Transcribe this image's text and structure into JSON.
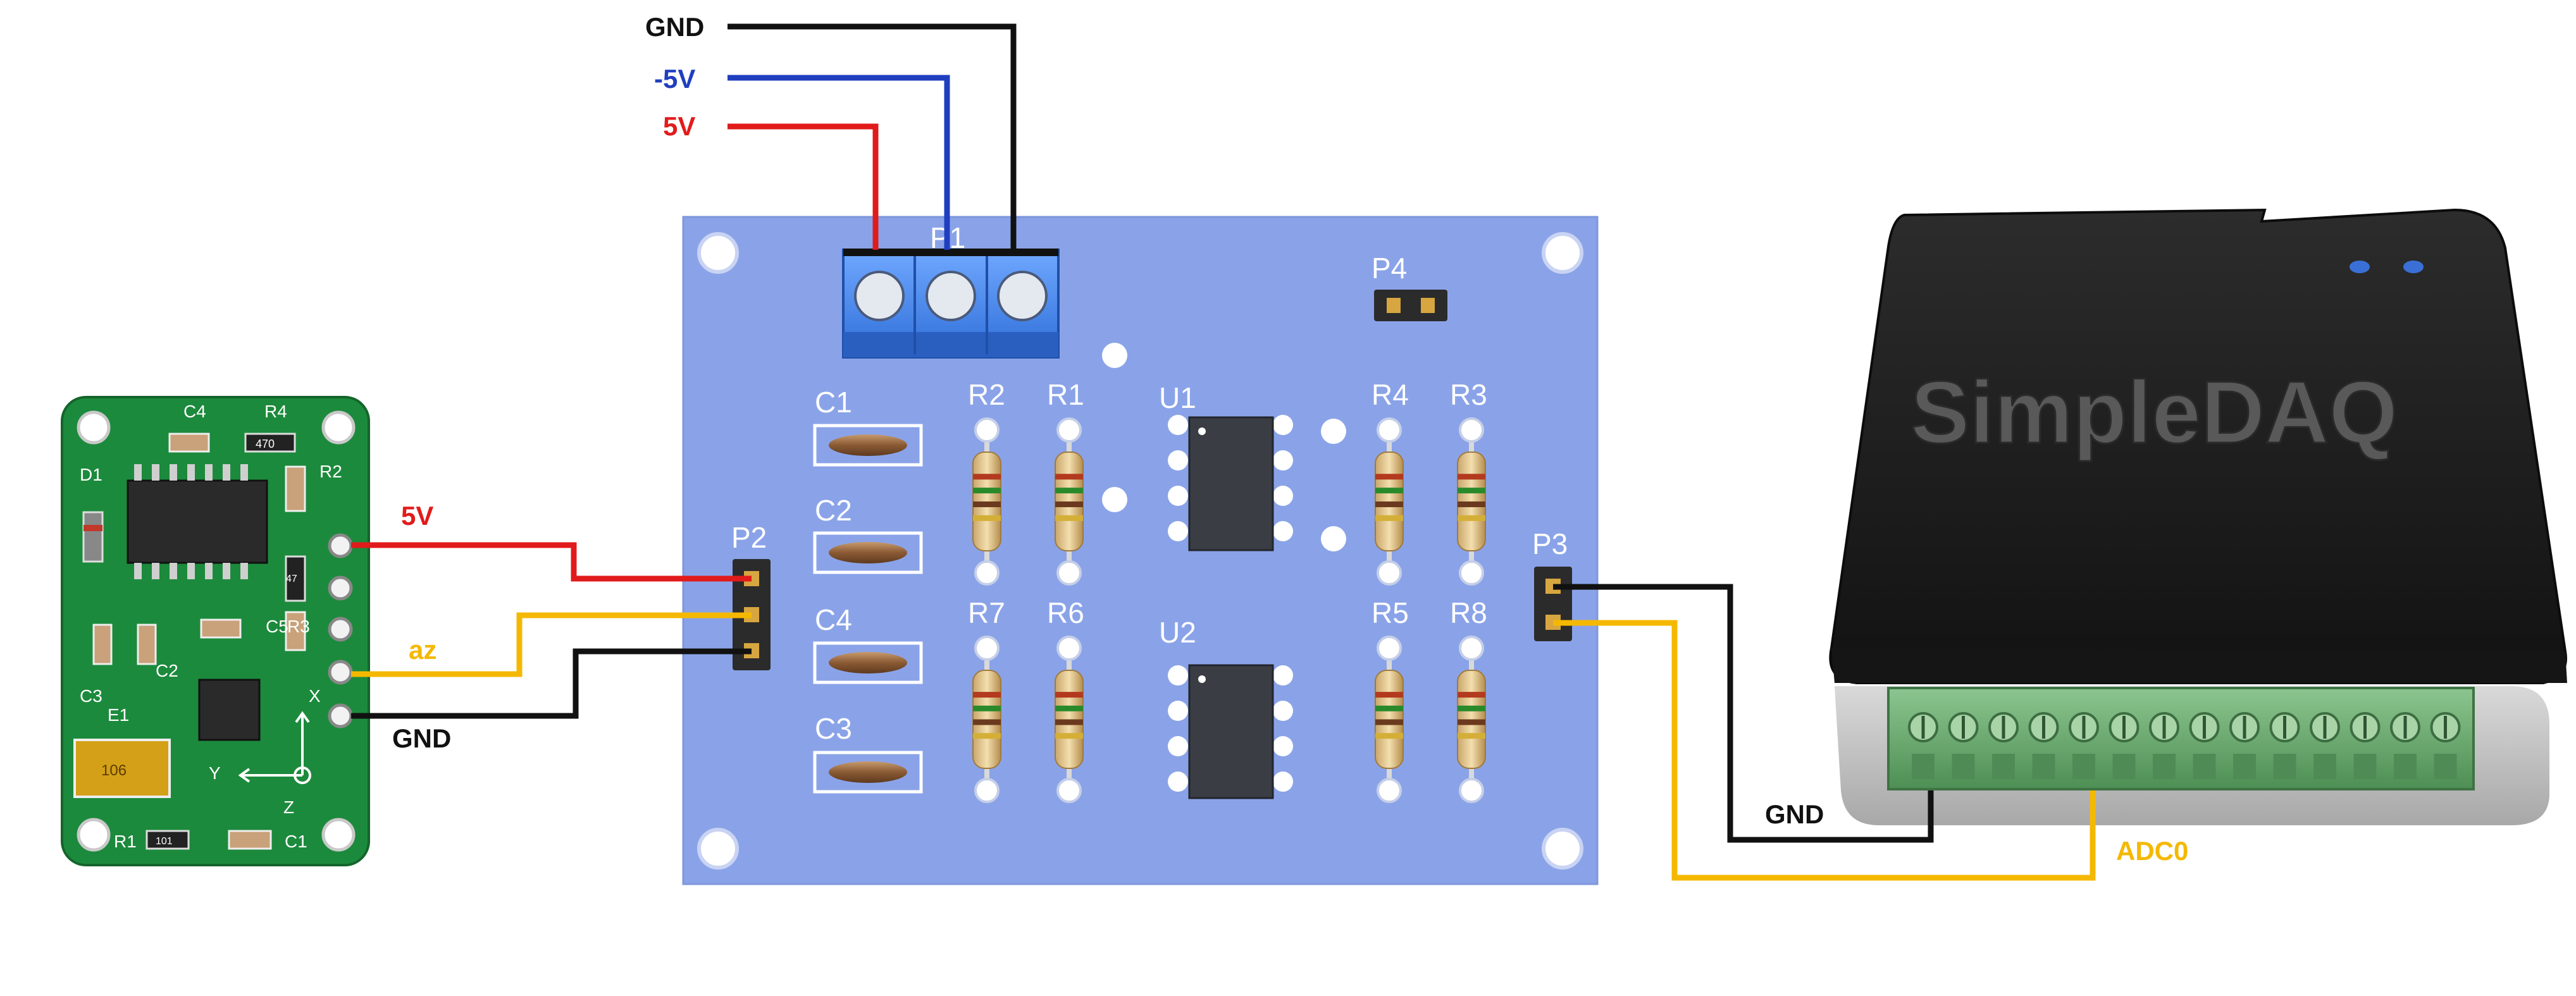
{
  "colors": {
    "background": "#ffffff",
    "wire_gnd": "#111111",
    "wire_neg5v": "#1f3fbf",
    "wire_5v": "#e11b1b",
    "wire_signal": "#f5b800",
    "pcb_blue": "#8aa3e8",
    "sensor_green": "#1c8a3c",
    "daq_body": "#1e1e1e",
    "terminal_green": "#6fae74"
  },
  "power_labels": {
    "gnd": "GND",
    "neg5v": "-5V",
    "pos5v": "5V"
  },
  "sensor_wires": {
    "pos5v": "5V",
    "signal": "az",
    "gnd": "GND"
  },
  "daq_wires": {
    "gnd": "GND",
    "adc": "ADC0"
  },
  "main_board": {
    "connectors": {
      "p1": "P1",
      "p2": "P2",
      "p3": "P3",
      "p4": "P4"
    },
    "chips": {
      "u1": "U1",
      "u2": "U2"
    },
    "capacitors": {
      "c1": "C1",
      "c2": "C2",
      "c3": "C3",
      "c4": "C4"
    },
    "resistors": {
      "r1": "R1",
      "r2": "R2",
      "r3": "R3",
      "r4": "R4",
      "r5": "R5",
      "r6": "R6",
      "r7": "R7",
      "r8": "R8"
    }
  },
  "sensor_module": {
    "silk": {
      "c4": "C4",
      "r4": "R4",
      "r2": "R2",
      "d1": "D1",
      "c2": "C2",
      "c3": "C3",
      "e1": "E1",
      "r3": "R3",
      "c5": "C5",
      "r1": "R1",
      "c1": "C1",
      "y": "Y",
      "x": "X",
      "z": "Z"
    },
    "chip_markings": {
      "r470": "470",
      "r47": "47",
      "cap": "106",
      "r101": "101"
    }
  },
  "daq": {
    "brand": "SimpleDAQ"
  }
}
